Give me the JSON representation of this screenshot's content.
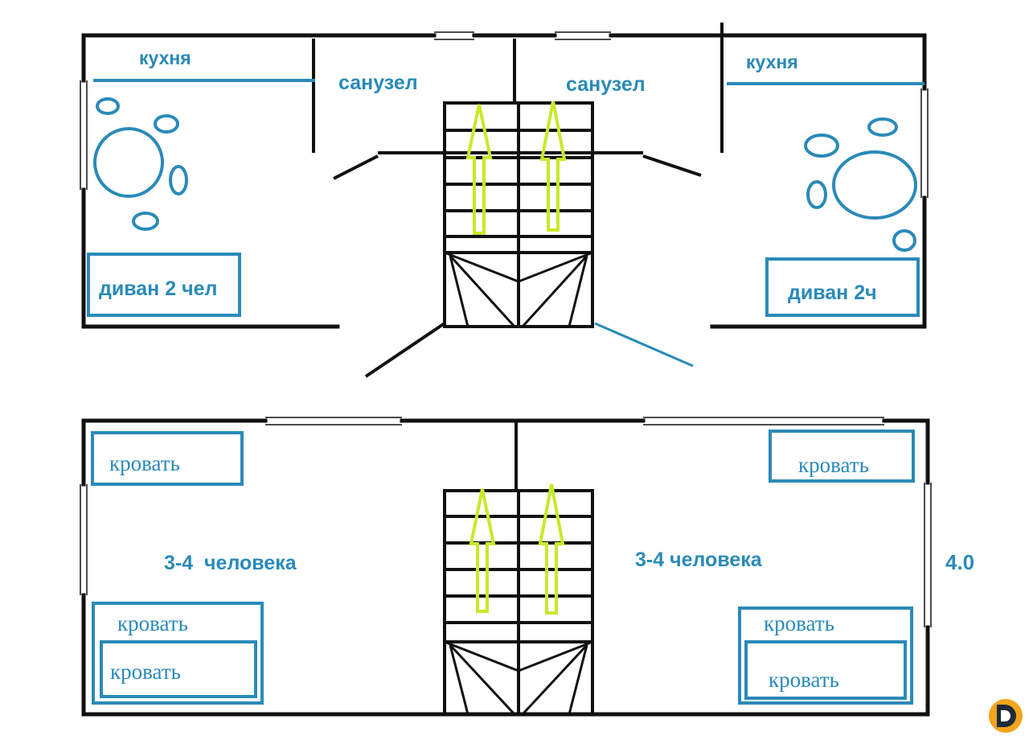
{
  "colors": {
    "wall": "#111111",
    "label": "#2a8ab8",
    "furniture": "#2a8ab8",
    "arrow": "#c6ea2a",
    "logo_orange": "#f2a41c",
    "logo_dark": "#1e2a3a"
  },
  "upper_floor": {
    "kitchen_left": "кухня",
    "kitchen_right": "кухня",
    "bathroom_left": "санузел",
    "bathroom_right": "санузел",
    "sofa_left": "диван 2 чел",
    "sofa_right": "диван 2ч"
  },
  "lower_floor": {
    "bed_top_left": "кровать",
    "bed_top_right": "кровать",
    "capacity_left": "3-4  человека",
    "capacity_right": "3-4 человека",
    "bed_bottom_left_outer": "кровать",
    "bed_bottom_left_inner": "кровать",
    "bed_bottom_right_outer": "кровать",
    "bed_bottom_right_inner": "кровать",
    "dimension_right": "4.0"
  },
  "icons": {
    "stair_arrow": "up-arrow-icon",
    "logo": "brand-logo-icon"
  }
}
